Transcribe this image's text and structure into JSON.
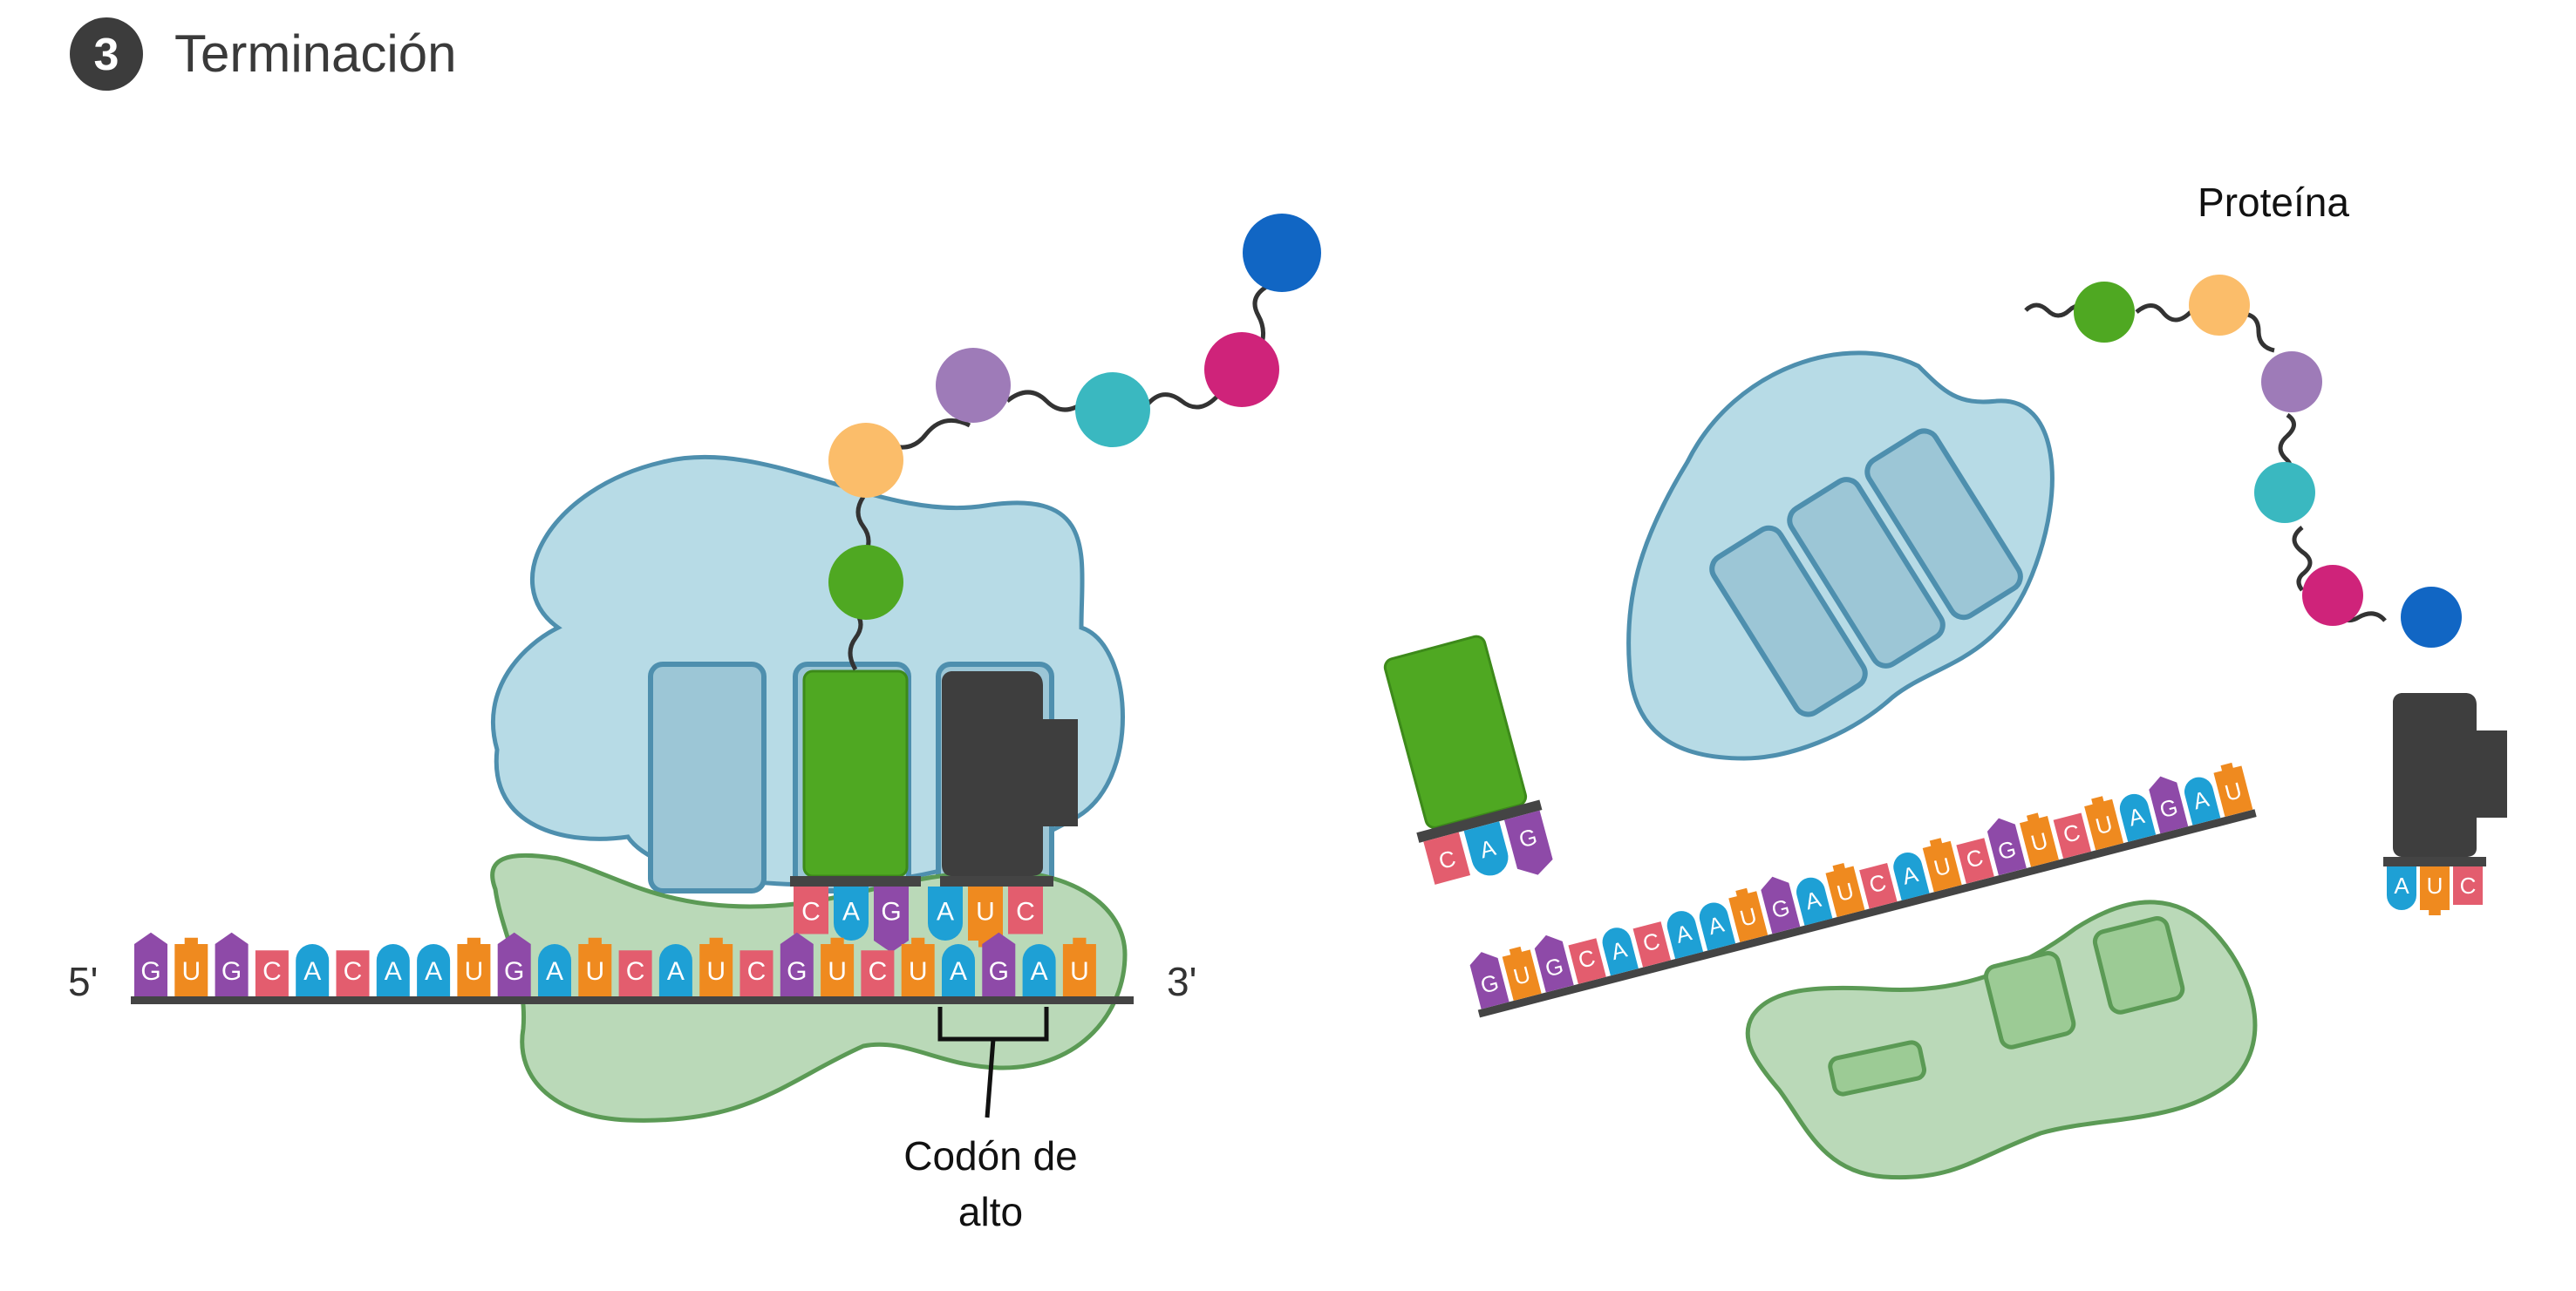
{
  "header": {
    "step_number": "3",
    "title": "Terminación"
  },
  "labels": {
    "five_prime": "5'",
    "three_prime": "3'",
    "stop_codon_line1": "Codón de",
    "stop_codon_line2": "alto",
    "protein": "Proteína"
  },
  "mrna_left": [
    "G",
    "U",
    "G",
    "C",
    "A",
    "C",
    "A",
    "A",
    "U",
    "G",
    "A",
    "U",
    "C",
    "A",
    "U",
    "C",
    "G",
    "U",
    "C",
    "U",
    "A",
    "G",
    "A",
    "U"
  ],
  "mrna_right": [
    "G",
    "U",
    "G",
    "C",
    "A",
    "C",
    "A",
    "A",
    "U",
    "G",
    "A",
    "U",
    "C",
    "A",
    "U",
    "C",
    "G",
    "U",
    "C",
    "U",
    "A",
    "G",
    "A",
    "U"
  ],
  "trna_green_anticodon": [
    "C",
    "A",
    "G"
  ],
  "release_factor_anticodon": [
    "A",
    "U",
    "C"
  ],
  "colors": {
    "G": "#8e4aa8",
    "U": "#ef8a1f",
    "C": "#e35d6e",
    "A": "#1ea0d5",
    "ribosome_large": "#b7dbe6",
    "ribosome_large_stroke": "#4e8fae",
    "ribosome_small": "#bad9b8",
    "ribosome_small_stroke": "#5b9a55",
    "trna_green": "#4fa822",
    "release_factor": "#3e3e3e",
    "aa_green": "#4fa822",
    "aa_orange": "#fbbd6a",
    "aa_purple": "#9e7bb8",
    "aa_teal": "#3ab8c0",
    "aa_magenta": "#cf237a",
    "aa_blue": "#1166c4"
  }
}
